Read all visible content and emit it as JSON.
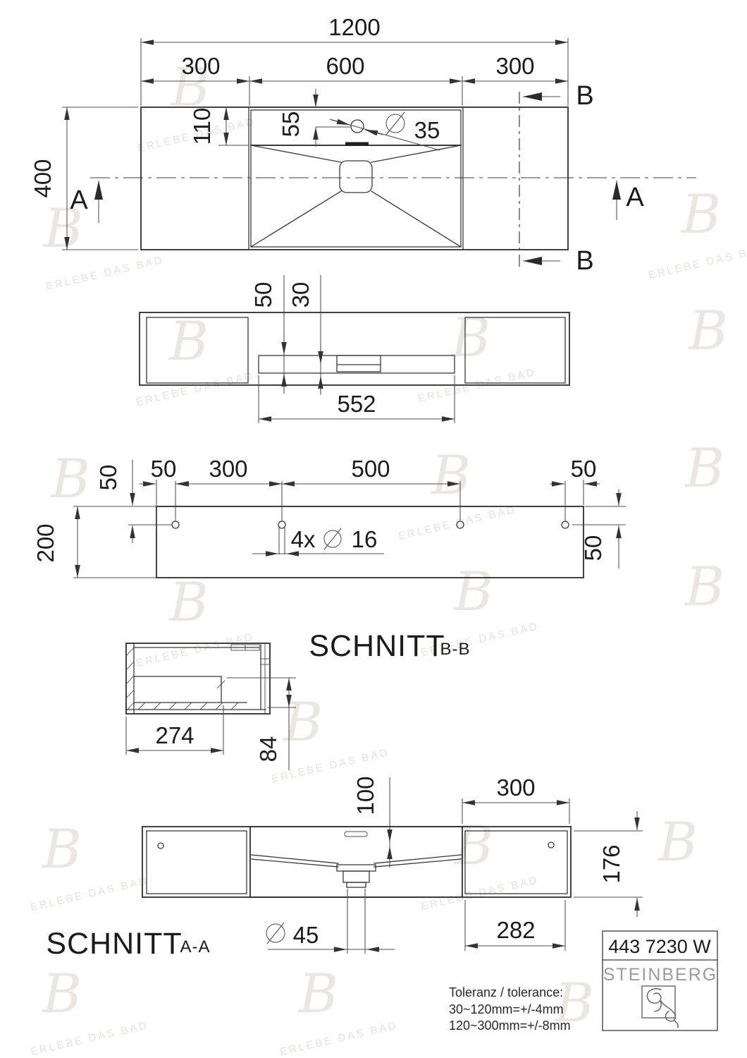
{
  "watermark": {
    "monogram": "B",
    "text": "ERLEBE DAS BAD"
  },
  "top_view": {
    "dim_total_width": "1200",
    "dim_left_section": "300",
    "dim_basin_width": "600",
    "dim_right_section": "300",
    "dim_depth": "400",
    "dim_rim_offset": "110",
    "dim_faucet_offset": "55",
    "dim_faucet_diameter": "35",
    "section_a": "A",
    "section_b": "B"
  },
  "front_view": {
    "dim_skirt_height": "50",
    "dim_drain_height": "30",
    "dim_skirt_width": "552"
  },
  "rear_view": {
    "dim_height": "200",
    "dim_hole_top_offset": "50",
    "dim_hole_edge_offset": "50",
    "dim_hole_pitch_1": "300",
    "dim_hole_pitch_2": "500",
    "dim_hole_right_edge": "50",
    "dim_hole_right_top": "50",
    "hole_count_prefix": "4x",
    "dim_hole_diameter": "16"
  },
  "section_bb": {
    "title": "SCHNITT",
    "label": "B-B",
    "dim_shelf_depth": "274",
    "dim_opening_height": "84"
  },
  "section_aa": {
    "title": "SCHNITT",
    "label": "A-A",
    "dim_basin_depth": "100",
    "dim_side_width": "300",
    "dim_body_height": "176",
    "dim_inner_width": "282",
    "dim_drain_diameter": "45"
  },
  "title_block": {
    "part_number": "443 7230 W",
    "brand": "STEINBERG"
  },
  "tolerance_note": {
    "line1": "Toleranz / tolerance:",
    "line2": "30~120mm=+/-4mm",
    "line3": "120~300mm=+/-8mm"
  }
}
